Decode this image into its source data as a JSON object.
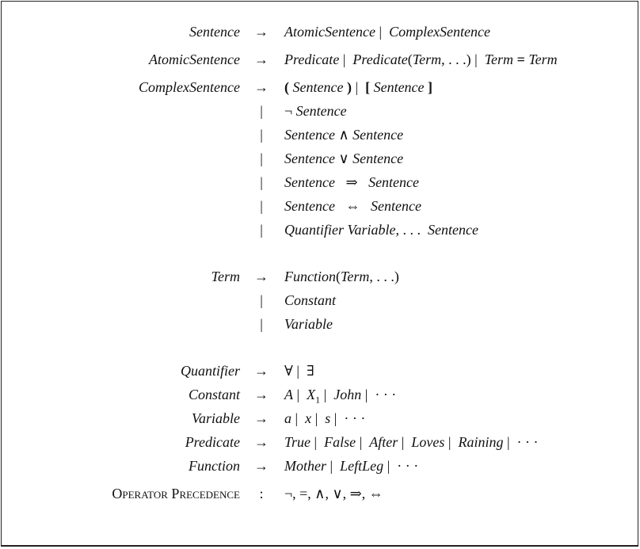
{
  "grammar": {
    "rows": [
      {
        "lhs": "Sentence",
        "op": "→",
        "rhs": [
          {
            "t": "AtomicSentence",
            "s": "i"
          },
          {
            "t": " | ",
            "s": "n"
          },
          {
            "t": " ComplexSentence",
            "s": "i"
          }
        ]
      },
      {
        "lhs": "AtomicSentence",
        "op": "→",
        "rhs": [
          {
            "t": "Predicate",
            "s": "i"
          },
          {
            "t": " | ",
            "s": "n"
          },
          {
            "t": " Predicate",
            "s": "i"
          },
          {
            "t": "(",
            "s": "n"
          },
          {
            "t": "Term",
            "s": "i"
          },
          {
            "t": ", . . .) | ",
            "s": "n"
          },
          {
            "t": " Term ",
            "s": "i"
          },
          {
            "t": "=",
            "s": "b"
          },
          {
            "t": " Term",
            "s": "i"
          }
        ]
      },
      {
        "lhs": "ComplexSentence",
        "op": "→",
        "rhs": [
          {
            "t": "( ",
            "s": "b"
          },
          {
            "t": "Sentence",
            "s": "i"
          },
          {
            "t": " )",
            "s": "b"
          },
          {
            "t": " | ",
            "s": "n"
          },
          {
            "t": " [ ",
            "s": "b"
          },
          {
            "t": "Sentence",
            "s": "i"
          },
          {
            "t": " ]",
            "s": "b"
          }
        ]
      },
      {
        "lhs": "",
        "op": "|",
        "rhs": [
          {
            "t": "¬ ",
            "s": "n"
          },
          {
            "t": "Sentence",
            "s": "i"
          }
        ]
      },
      {
        "lhs": "",
        "op": "|",
        "rhs": [
          {
            "t": "Sentence",
            "s": "i"
          },
          {
            "t": " ∧ ",
            "s": "n"
          },
          {
            "t": "Sentence",
            "s": "i"
          }
        ]
      },
      {
        "lhs": "",
        "op": "|",
        "rhs": [
          {
            "t": "Sentence",
            "s": "i"
          },
          {
            "t": " ∨ ",
            "s": "n"
          },
          {
            "t": "Sentence",
            "s": "i"
          }
        ]
      },
      {
        "lhs": "",
        "op": "|",
        "rhs": [
          {
            "t": "Sentence",
            "s": "i"
          },
          {
            "t": "   ⇒   ",
            "s": "n"
          },
          {
            "t": "Sentence",
            "s": "i"
          }
        ]
      },
      {
        "lhs": "",
        "op": "|",
        "rhs": [
          {
            "t": "Sentence",
            "s": "i"
          },
          {
            "t": "   ⇔   ",
            "s": "n"
          },
          {
            "t": "Sentence",
            "s": "i"
          }
        ]
      },
      {
        "lhs": "",
        "op": "|",
        "rhs": [
          {
            "t": "Quantifier Variable",
            "s": "i"
          },
          {
            "t": ", . . .  ",
            "s": "n"
          },
          {
            "t": "Sentence",
            "s": "i"
          }
        ]
      },
      {
        "lhs": "Term",
        "op": "→",
        "rhs": [
          {
            "t": "Function",
            "s": "i"
          },
          {
            "t": "(",
            "s": "n"
          },
          {
            "t": "Term",
            "s": "i"
          },
          {
            "t": ", . . .)",
            "s": "n"
          }
        ]
      },
      {
        "lhs": "",
        "op": "|",
        "rhs": [
          {
            "t": "Constant",
            "s": "i"
          }
        ]
      },
      {
        "lhs": "",
        "op": "|",
        "rhs": [
          {
            "t": "Variable",
            "s": "i"
          }
        ]
      },
      {
        "lhs": "Quantifier",
        "op": "→",
        "rhs": [
          {
            "t": "∀ |  ∃",
            "s": "n"
          }
        ]
      },
      {
        "lhs": "Constant",
        "op": "→",
        "rhs": [
          {
            "t": "A",
            "s": "i"
          },
          {
            "t": " |  ",
            "s": "n"
          },
          {
            "t": "X",
            "s": "i"
          },
          {
            "t": "1",
            "s": "sub"
          },
          {
            "t": " |  ",
            "s": "n"
          },
          {
            "t": "John",
            "s": "i"
          },
          {
            "t": " |  · · ·",
            "s": "n"
          }
        ]
      },
      {
        "lhs": "Variable",
        "op": "→",
        "rhs": [
          {
            "t": "a",
            "s": "i"
          },
          {
            "t": " |  ",
            "s": "n"
          },
          {
            "t": "x",
            "s": "i"
          },
          {
            "t": " |  ",
            "s": "n"
          },
          {
            "t": "s",
            "s": "i"
          },
          {
            "t": " |  · · ·",
            "s": "n"
          }
        ]
      },
      {
        "lhs": "Predicate",
        "op": "→",
        "rhs": [
          {
            "t": "True",
            "s": "i"
          },
          {
            "t": " |  ",
            "s": "n"
          },
          {
            "t": "False",
            "s": "i"
          },
          {
            "t": " |  ",
            "s": "n"
          },
          {
            "t": "After",
            "s": "i"
          },
          {
            "t": " |  ",
            "s": "n"
          },
          {
            "t": "Loves",
            "s": "i"
          },
          {
            "t": " |  ",
            "s": "n"
          },
          {
            "t": "Raining",
            "s": "i"
          },
          {
            "t": " |  · · ·",
            "s": "n"
          }
        ]
      },
      {
        "lhs": "Function",
        "op": "→",
        "rhs": [
          {
            "t": "Mother",
            "s": "i"
          },
          {
            "t": " |  ",
            "s": "n"
          },
          {
            "t": "LeftLeg",
            "s": "i"
          },
          {
            "t": " |  · · ·",
            "s": "n"
          }
        ]
      },
      {
        "lhs": "Operator Precedence",
        "op": ":",
        "rhs": [
          {
            "t": "¬, =, ∧, ∨, ⇒, ⇔",
            "s": "n"
          }
        ],
        "smallcaps": true
      }
    ]
  }
}
